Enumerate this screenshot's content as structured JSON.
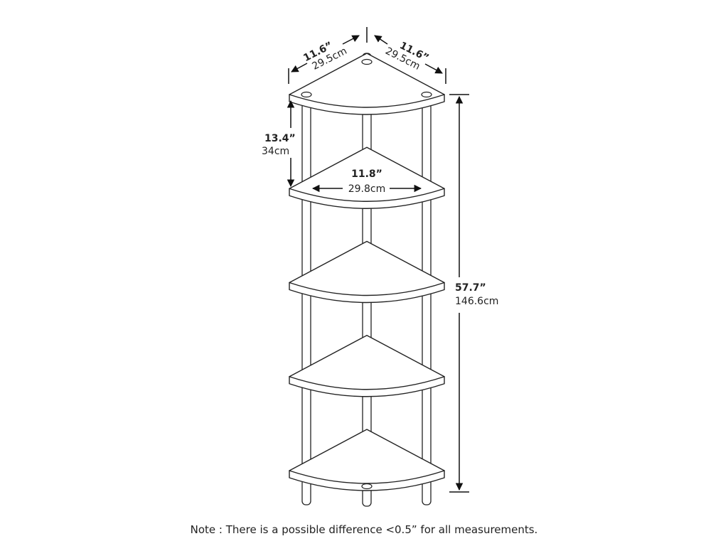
{
  "dimensions": {
    "left_depth": {
      "in": "11.6”",
      "cm": "29.5cm"
    },
    "right_depth": {
      "in": "11.6”",
      "cm": "29.5cm"
    },
    "shelf_gap": {
      "in": "13.4”",
      "cm": "34cm"
    },
    "shelf_width": {
      "in": "11.8”",
      "cm": "29.8cm"
    },
    "total_height": {
      "in": "57.7”",
      "cm": "146.6cm"
    }
  },
  "shelf_count": 5,
  "note": "Note : There is a possible difference <0.5” for all measurements."
}
